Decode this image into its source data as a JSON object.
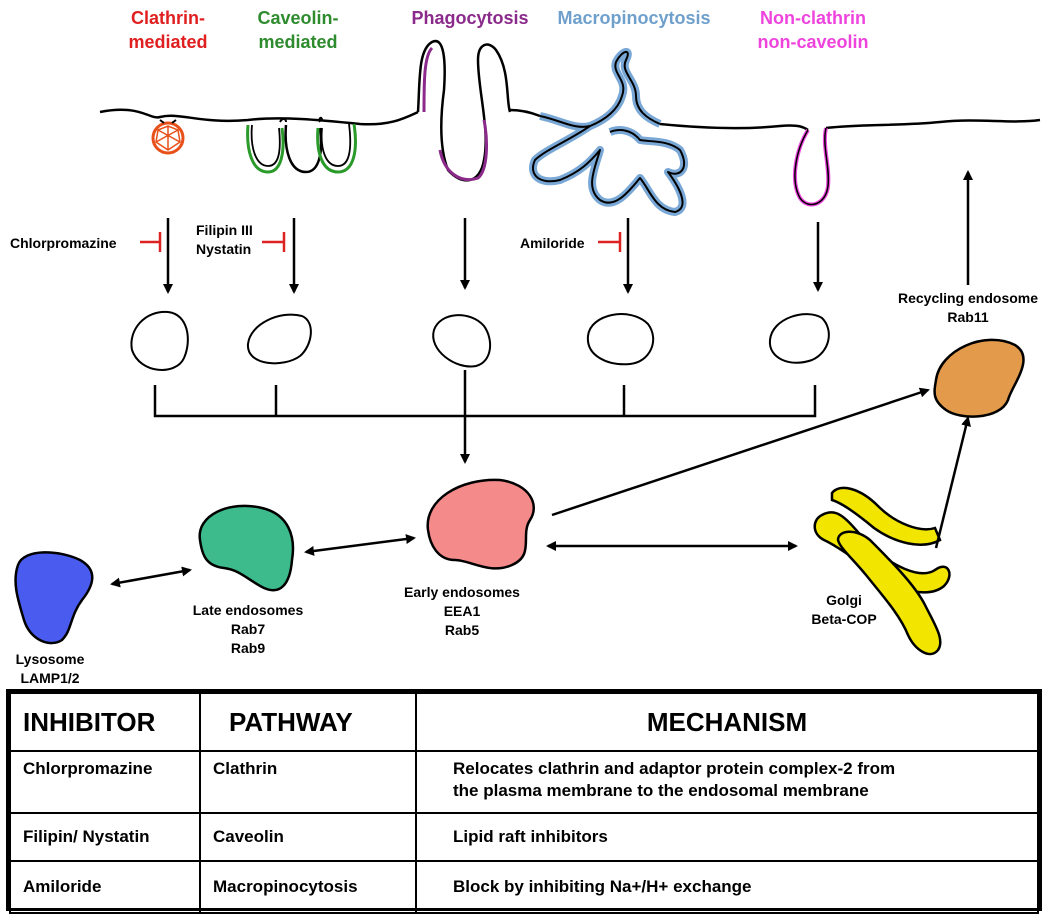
{
  "pathways": {
    "clathrin": {
      "line1": "Clathrin-",
      "line2": "mediated",
      "color": "#e02020"
    },
    "caveolin": {
      "line1": "Caveolin-",
      "line2": "mediated",
      "color": "#2e8b2e"
    },
    "phagocytosis": {
      "label": "Phagocytosis",
      "color": "#8b2a8b"
    },
    "macropinocytosis": {
      "label": "Macropinocytosis",
      "color": "#6fa0cc"
    },
    "nonclathrin": {
      "line1": "Non-clathrin",
      "line2": "non-caveolin",
      "color": "#ee44dd"
    }
  },
  "inhibitors": {
    "chlorpromazine": "Chlorpromazine",
    "filipin": "Filipin III",
    "nystatin": "Nystatin",
    "amiloride": "Amiloride"
  },
  "organelles": {
    "recycling": {
      "line1": "Recycling endosome",
      "line2": "Rab11",
      "color": "#e39a4a"
    },
    "early": {
      "line1": "Early endosomes",
      "line2": "EEA1",
      "line3": "Rab5",
      "color": "#f58a8a"
    },
    "late": {
      "line1": "Late endosomes",
      "line2": "Rab7",
      "line3": "Rab9",
      "color": "#3dbb8c"
    },
    "lysosome": {
      "line1": "Lysosome",
      "line2": "LAMP1/2",
      "color": "#4a5cf0"
    },
    "golgi": {
      "line1": "Golgi",
      "line2": "Beta-COP",
      "color": "#f2e600"
    }
  },
  "table": {
    "headers": {
      "inhibitor": "INHIBITOR",
      "pathway": "PATHWAY",
      "mechanism": "MECHANISM"
    },
    "rows": [
      {
        "inhibitor": "Chlorpromazine",
        "pathway": "Clathrin",
        "mechanism_line1": "Relocates clathrin and adaptor protein complex-2 from",
        "mechanism_line2": "the plasma membrane to the endosomal membrane"
      },
      {
        "inhibitor": "Filipin/ Nystatin",
        "pathway": "Caveolin",
        "mechanism_line1": "Lipid raft inhibitors",
        "mechanism_line2": ""
      },
      {
        "inhibitor": "Amiloride",
        "pathway": "Macropinocytosis",
        "mechanism_line1": "Block by inhibiting Na+/H+ exchange",
        "mechanism_line2": ""
      }
    ]
  }
}
